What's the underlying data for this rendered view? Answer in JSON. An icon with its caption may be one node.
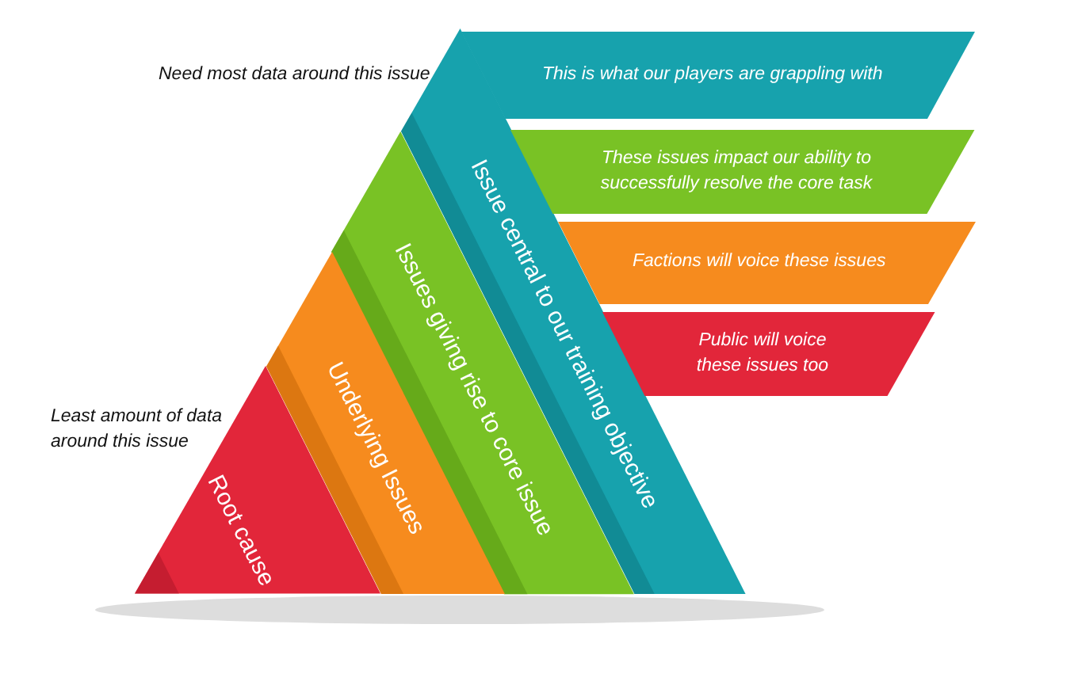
{
  "diagram": {
    "nodes": [
      {
        "text": [
          "Issue central to our training objective"
        ]
      },
      {
        "text": [
          "Issues giving rise to core issue"
        ]
      },
      {
        "text": [
          "Underlying Issues"
        ]
      },
      {
        "text": [
          "Root cause"
        ]
      },
      {
        "text": [
          "This is what our players are grappling with"
        ]
      },
      {
        "text": [
          "These issues impact our ability to successfully resolve the core task"
        ]
      },
      {
        "text": [
          "Factions will voice these issues"
        ]
      },
      {
        "text": [
          "Public will voice these issues too"
        ]
      }
    ],
    "edges": [],
    "labels": [
      "Need most data around this issue",
      "Least amount of data around this issue"
    ]
  }
}
